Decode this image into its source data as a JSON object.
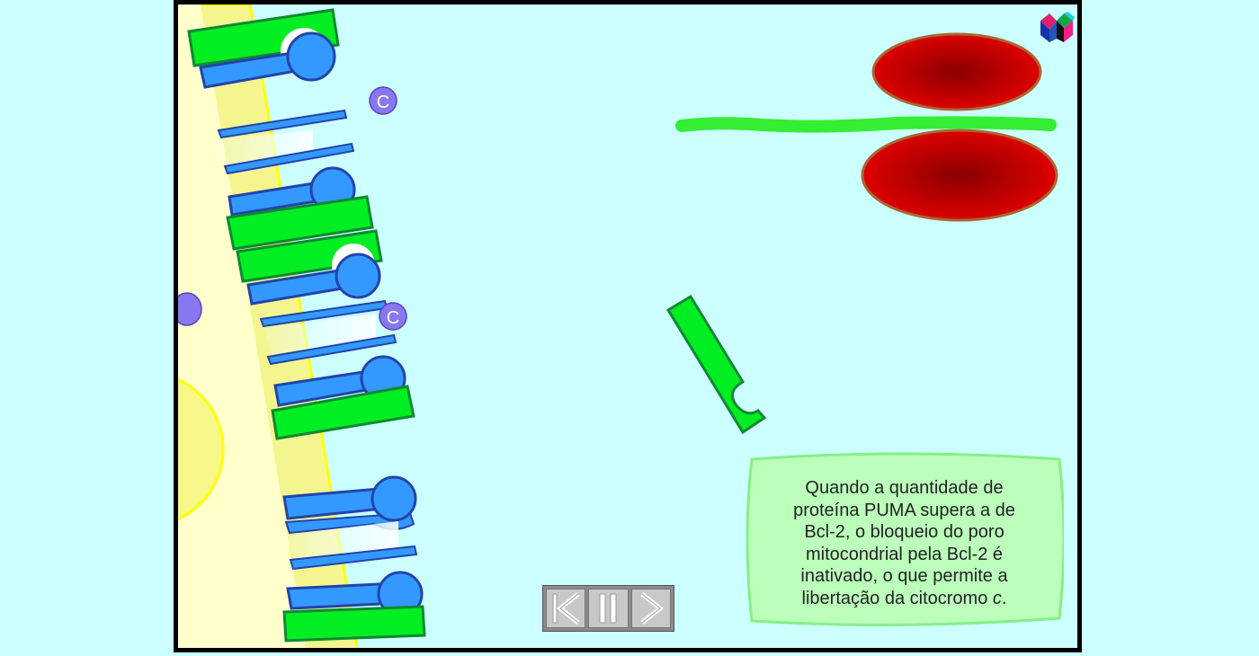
{
  "caption": {
    "line1": "Quando a quantidade de",
    "line2": "proteína PUMA supera a de",
    "line3": "Bcl-2, o bloqueio do poro",
    "line4": "mitocondrial pela Bcl-2 é",
    "line5": "inativado, o que permite a",
    "line6_prefix": "libertação da citocromo ",
    "line6_italic": "c",
    "line6_suffix": "."
  },
  "cytochrome_labels": {
    "c1": "C",
    "c2": "C"
  },
  "navigation": {
    "first": "first-icon",
    "pause": "pause-icon",
    "next": "next-icon"
  },
  "colors": {
    "background": "#ccffff",
    "membrane_outer": "#ffffcc",
    "membrane_band": "#f5f590",
    "phospholipid": "#3399ff",
    "bcl2_green": "#00ee22",
    "puma_line": "#33ee33",
    "mitochondria_red": "#cc0000",
    "cytochrome": "#8877ee",
    "caption_bg": "#bbffbb"
  }
}
